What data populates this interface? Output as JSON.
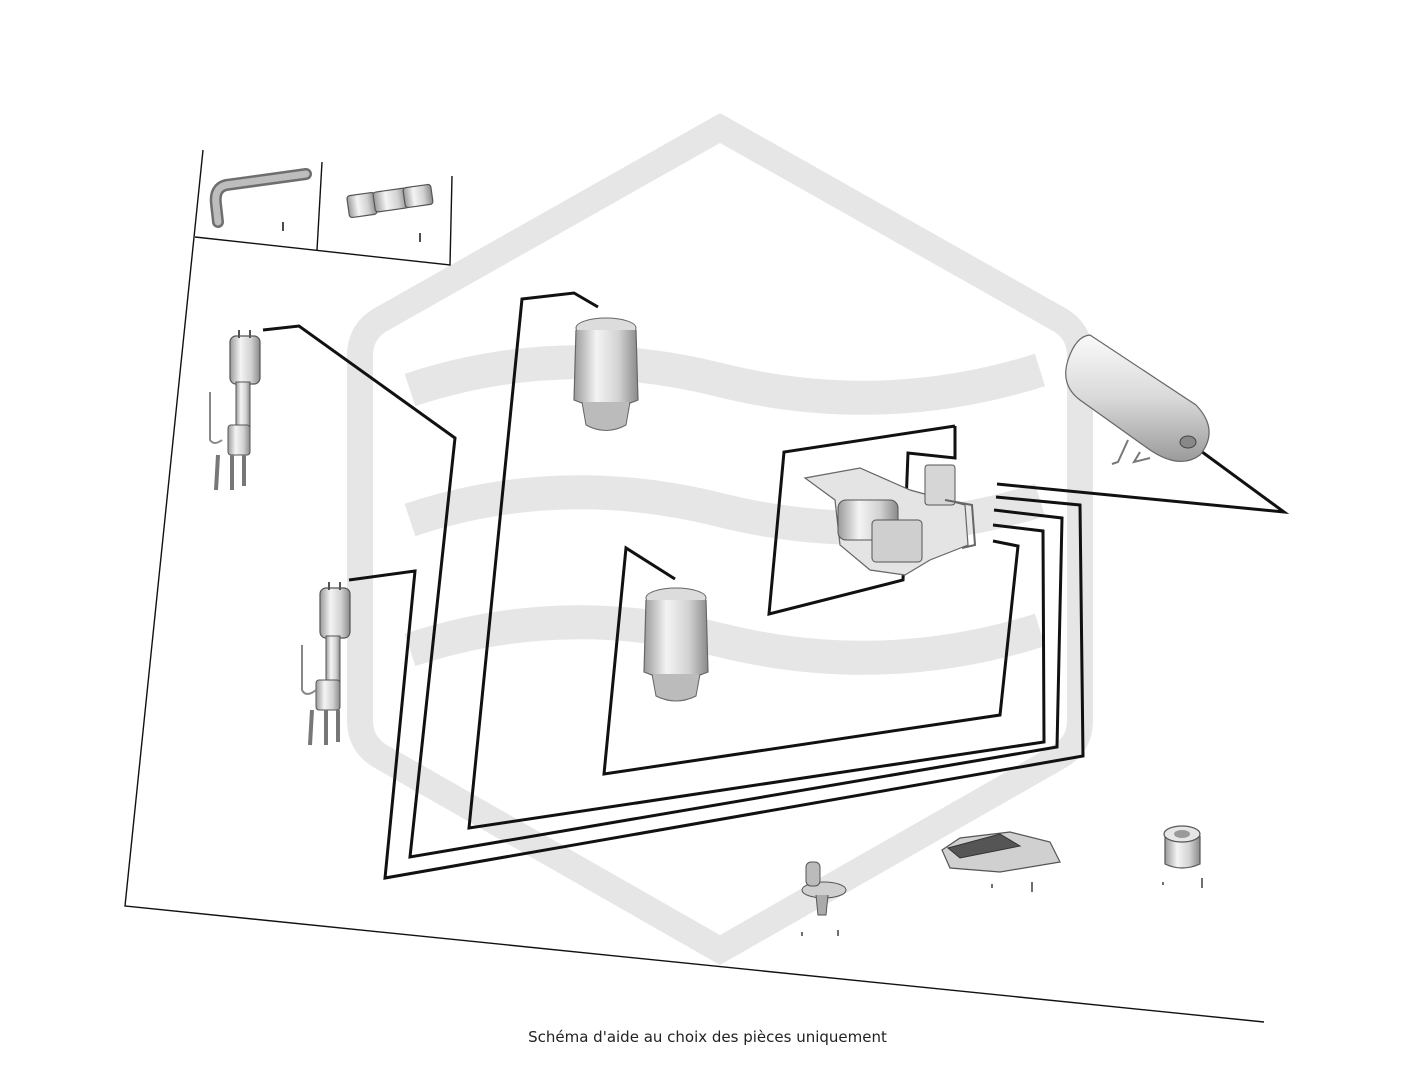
{
  "caption": "Schéma d'aide au choix des pièces uniquement",
  "colors": {
    "line": "#111111",
    "watermark": "#e6e6e6",
    "part_light": "#e8e8e8",
    "part_mid": "#bdbdbd",
    "part_dark": "#6e6e6e",
    "background": "#ffffff"
  },
  "parts": [
    {
      "name": "hex-key"
    },
    {
      "name": "socket-adapter"
    },
    {
      "name": "front-strut-left"
    },
    {
      "name": "front-strut-right"
    },
    {
      "name": "rear-air-spring-upper"
    },
    {
      "name": "rear-air-spring-lower"
    },
    {
      "name": "compressor-unit"
    },
    {
      "name": "air-reservoir"
    },
    {
      "name": "clip-fastener"
    },
    {
      "name": "bracket-plate"
    },
    {
      "name": "rubber-bushing"
    }
  ]
}
